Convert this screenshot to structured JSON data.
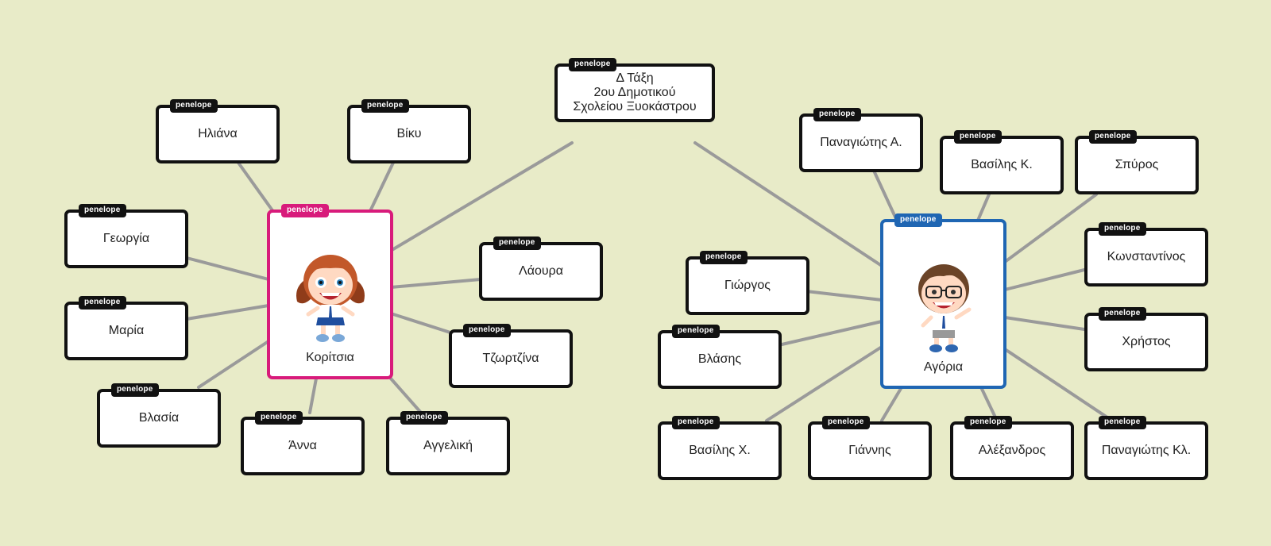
{
  "tag_label": "penelope",
  "colors": {
    "background": "#e8ebc8",
    "girls_accent": "#d81b7b",
    "boys_accent": "#1f66b3",
    "link": "#9a9a9a"
  },
  "root": {
    "label": "Δ Τάξη\n2ου Δημοτικού\nΣχολείου Ξυοκάστρου"
  },
  "girls": {
    "label": "Κορίτσια",
    "icon": "girl-avatar-icon",
    "children": [
      "Ηλιάνα",
      "Βίκυ",
      "Γεωργία",
      "Μαρία",
      "Βλασία",
      "Άννα",
      "Αγγελική",
      "Λάουρα",
      "Τζωρτζίνα"
    ]
  },
  "boys": {
    "label": "Αγόρια",
    "icon": "boy-avatar-icon",
    "children": [
      "Παναγιώτης Α.",
      "Βασίλης Κ.",
      "Σπύρος",
      "Κωνσταντίνος",
      "Χρήστος",
      "Γιώργος",
      "Βλάσης",
      "Βασίλης Χ.",
      "Γιάννης",
      "Αλέξανδρος",
      "Παναγιώτης Κλ."
    ]
  }
}
